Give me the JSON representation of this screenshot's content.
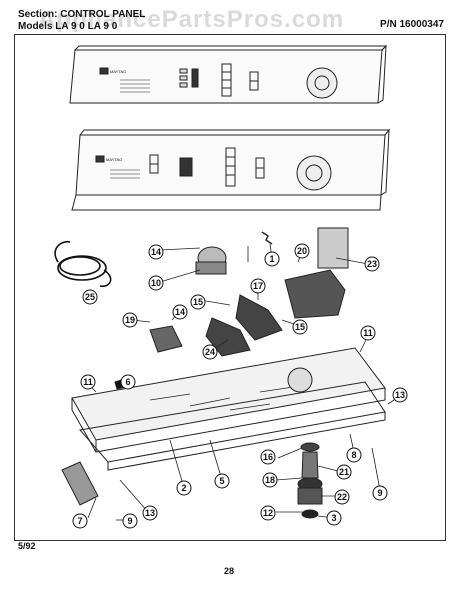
{
  "header": {
    "section_label": "Section:",
    "section_value": "CONTROL PANEL",
    "models_label": "Models",
    "models_value": "LA 9 0 LA 9 0",
    "part_number": "P/N 16000347"
  },
  "watermark": "AppliancePartsPros.com",
  "panel_upper": {
    "brand": "MAYTAG"
  },
  "panel_lower": {
    "brand": "MAYTAG"
  },
  "callouts": [
    "1",
    "2",
    "3",
    "5",
    "6",
    "7",
    "8",
    "9",
    "9",
    "10",
    "11",
    "11",
    "12",
    "13",
    "13",
    "14",
    "14",
    "15",
    "15",
    "16",
    "17",
    "18",
    "19",
    "20",
    "21",
    "22",
    "23",
    "24",
    "25"
  ],
  "footer": {
    "date": "5/92",
    "page_number": "28"
  }
}
